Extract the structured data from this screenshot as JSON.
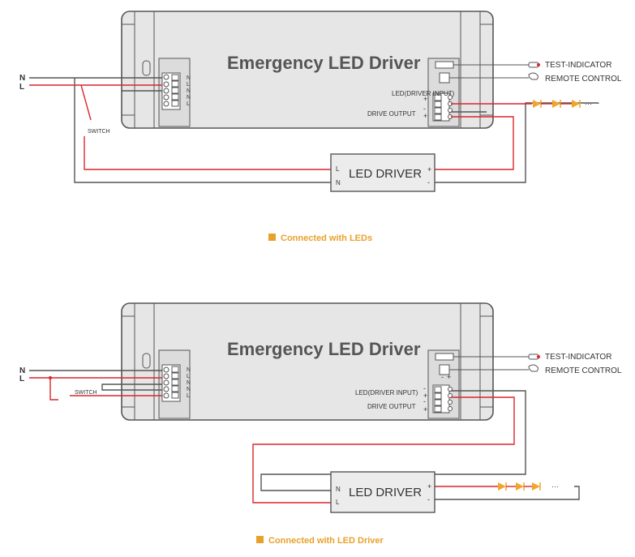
{
  "colors": {
    "live_wire": "#d9272e",
    "neutral_wire": "#555555",
    "box_fill": "#e6e6e6",
    "box_stroke": "#555555",
    "led": "#f1a52c",
    "caption": "#e8a12a"
  },
  "diagram1": {
    "title": "Emergency LED Driver",
    "n_label": "N",
    "l_label": "L",
    "switch_label": "SWITCH",
    "term_left": [
      "N",
      "L",
      "N",
      "N",
      "L"
    ],
    "test_indicator": "TEST-INDICATOR",
    "remote_control": "REMOTE CONTROL",
    "led_input": "LED(DRIVER INPUT)",
    "drive_output": "DRIVE  OUTPUT",
    "driver_label": "LED  DRIVER",
    "driver_l": "L",
    "driver_n": "N",
    "plus": "+",
    "minus": "-",
    "caption": "Connected with LEDs"
  },
  "diagram2": {
    "title": "Emergency LED Driver",
    "n_label": "N",
    "l_label": "L",
    "switch_label": "SWITCH",
    "term_left": [
      "N",
      "L",
      "N",
      "N",
      "L"
    ],
    "test_indicator": "TEST-INDICATOR",
    "remote_control": "REMOTE CONTROL",
    "led_input": "LED(DRIVER INPUT)",
    "drive_output": "DRIVE  OUTPUT",
    "driver_label": "LED  DRIVER",
    "driver_n": "N",
    "driver_l": "L",
    "plus": "+",
    "minus": "-",
    "caption": "Connected with LED Driver"
  }
}
